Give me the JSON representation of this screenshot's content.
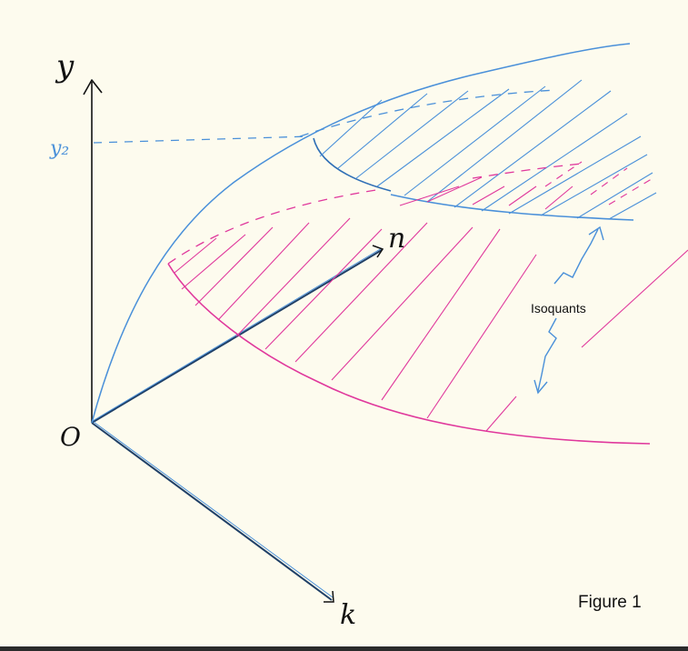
{
  "diagram": {
    "axis_labels": {
      "y": "y",
      "n": "n",
      "k": "k",
      "origin": "O",
      "y2": "y₂"
    },
    "annotation": "Isoquants",
    "figure_label": "Figure 1"
  },
  "colors": {
    "blue": "#4a90d9",
    "pink": "#e0389c",
    "ink": "#111111",
    "background": "#fdfbee"
  }
}
